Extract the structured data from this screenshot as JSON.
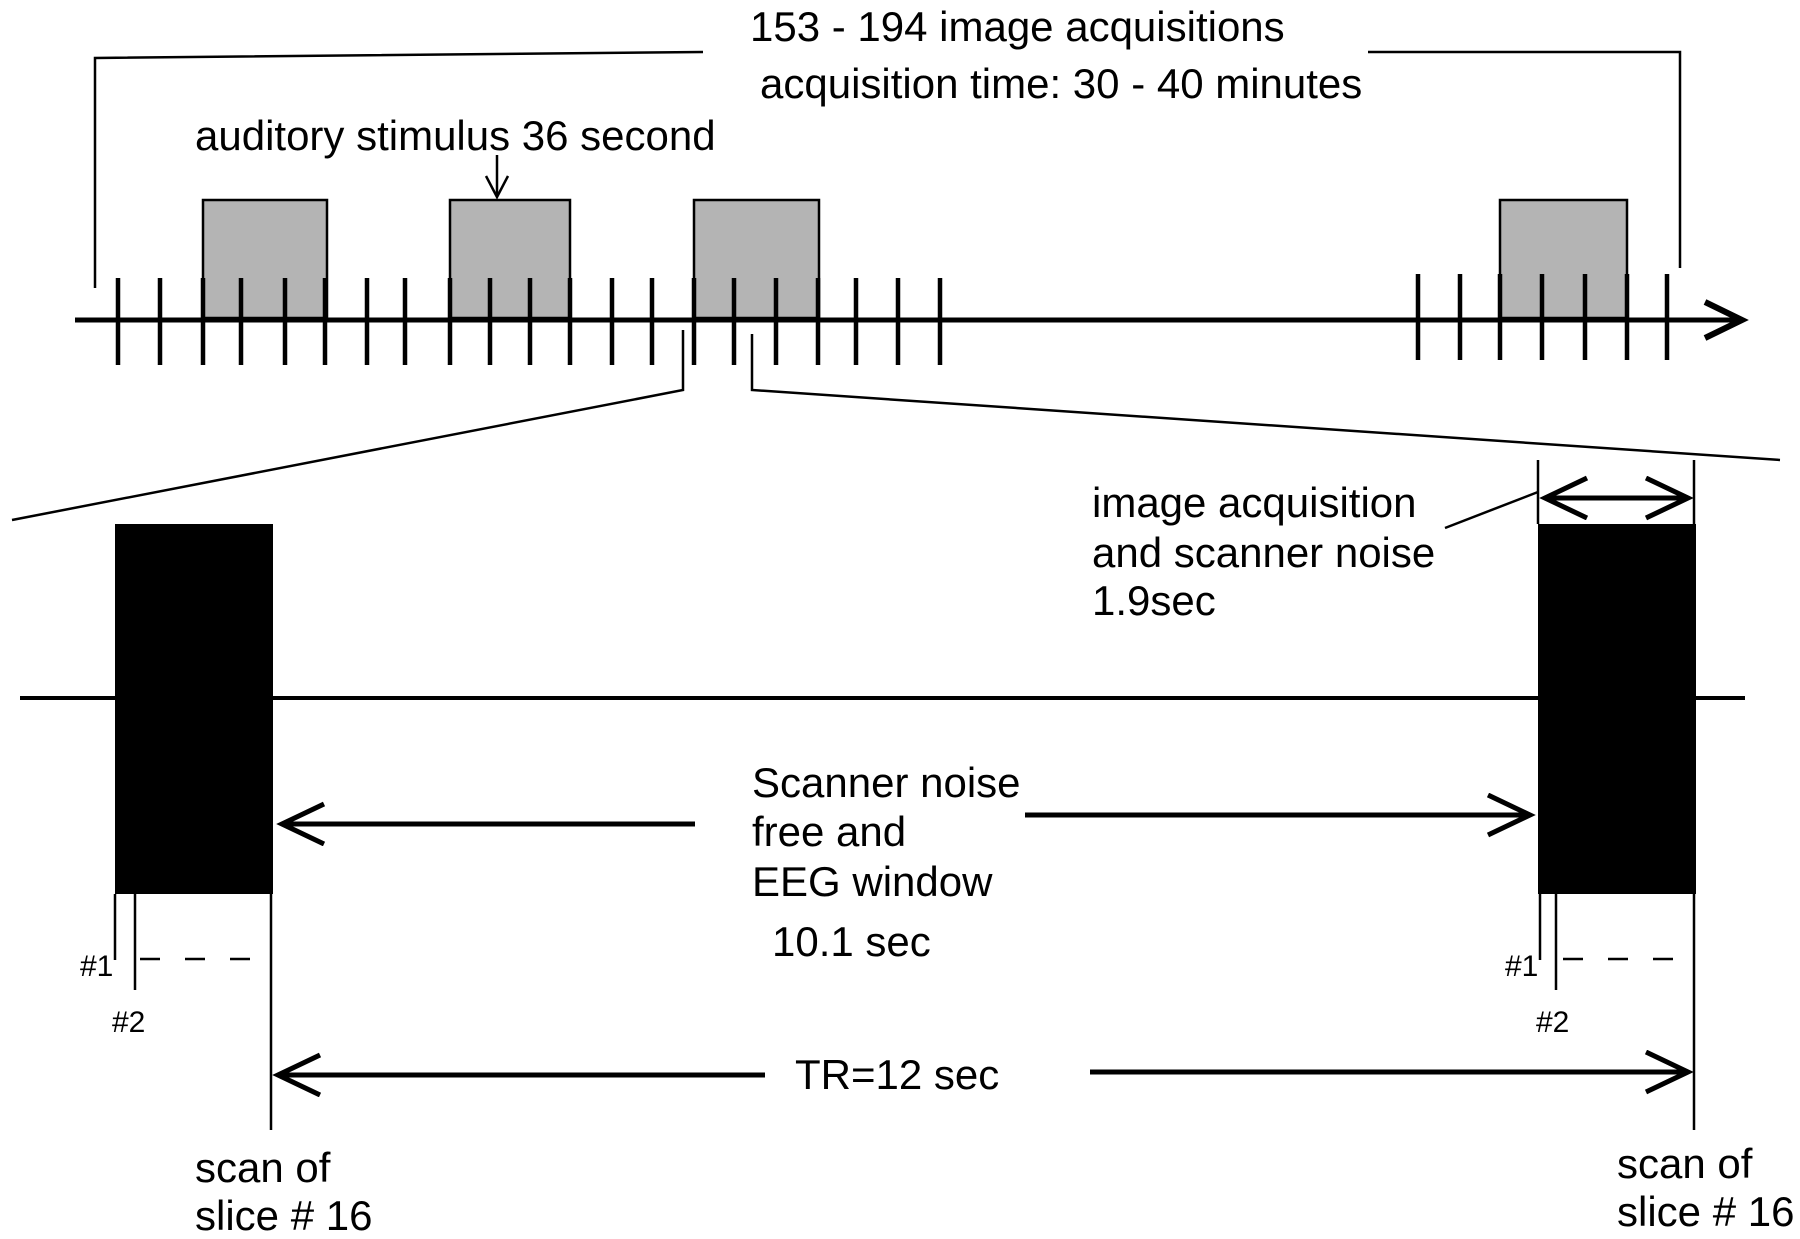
{
  "top": {
    "title_line1": "153 - 194 image acquisitions",
    "title_line2": "acquisition time: 30 - 40 minutes",
    "stimulus_label": "auditory stimulus 36 second"
  },
  "detail": {
    "acquisition_line1": "image acquisition",
    "acquisition_line2": "and scanner noise",
    "acquisition_duration": "1.9sec",
    "window_line1": "Scanner noise",
    "window_line2": "free and",
    "window_line3": "EEG  window",
    "window_duration": "10.1 sec",
    "tr_label": "TR=12 sec",
    "slice1_label": "#1",
    "slice2_label": "#2",
    "slice_scan_line1": "scan of",
    "slice_scan_line2": "slice # 16"
  },
  "colors": {
    "stimulus_fill": "#b4b4b4",
    "acquisition_fill": "#000000"
  }
}
